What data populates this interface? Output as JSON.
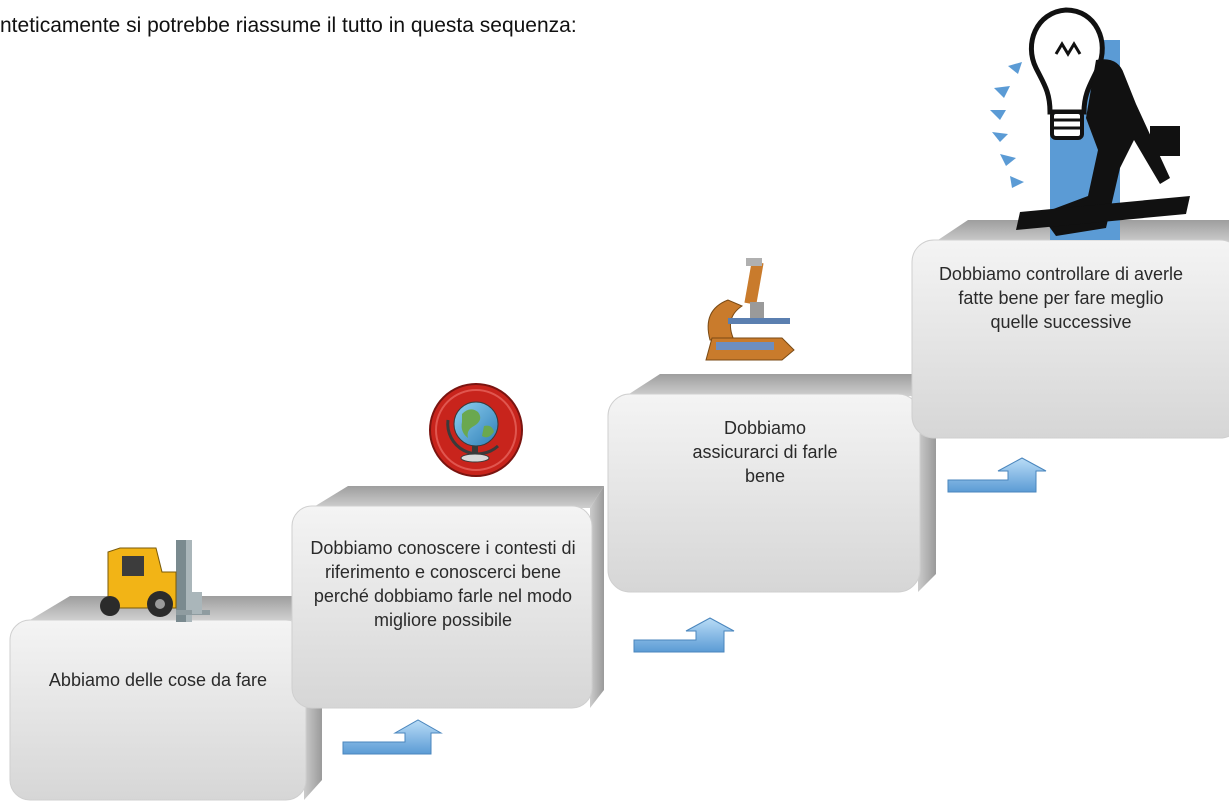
{
  "intro_text": "nteticamente si potrebbe riassume il tutto in questa sequenza:",
  "steps": [
    {
      "text": "Abbiamo delle cose da fare",
      "icon": "forklift-icon"
    },
    {
      "text": "Dobbiamo conoscere i contesti di riferimento e conoscerci bene perché dobbiamo farle nel modo migliore possibile",
      "icon": "globe-icon"
    },
    {
      "text": "Dobbiamo assicurarci di farle bene",
      "icon": "microscope-icon"
    },
    {
      "text": "Dobbiamo controllare di averle fatte bene per fare meglio quelle successive",
      "icon": "lightbulb-icon"
    }
  ],
  "colors": {
    "block_face": "#e4e4e4",
    "block_top": "#bdbdbd",
    "arrow": "#7fb7e3",
    "globe_ring": "#c8241c"
  }
}
